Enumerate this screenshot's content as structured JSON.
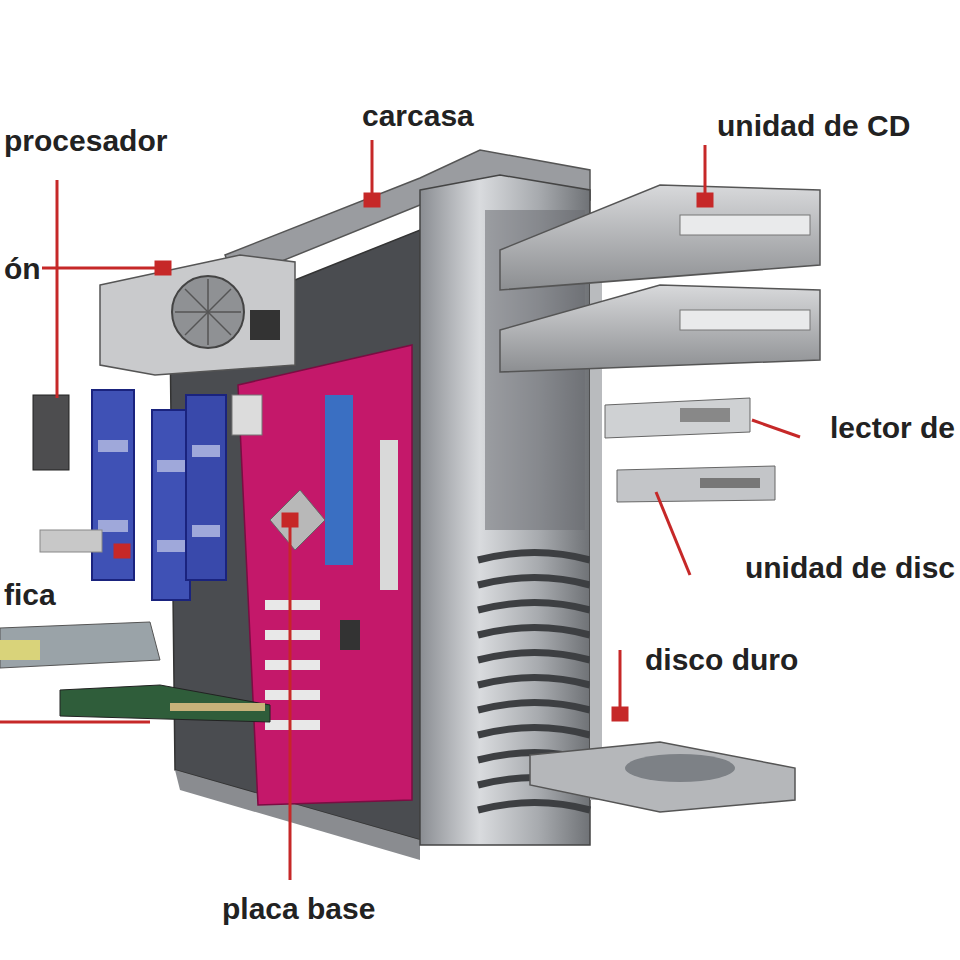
{
  "diagram": {
    "labels": [
      "carcasa",
      "unidad de CD",
      "procesador",
      "ón",
      "lector de",
      "unidad de disc",
      "fica",
      "disco duro",
      "placa base"
    ]
  }
}
